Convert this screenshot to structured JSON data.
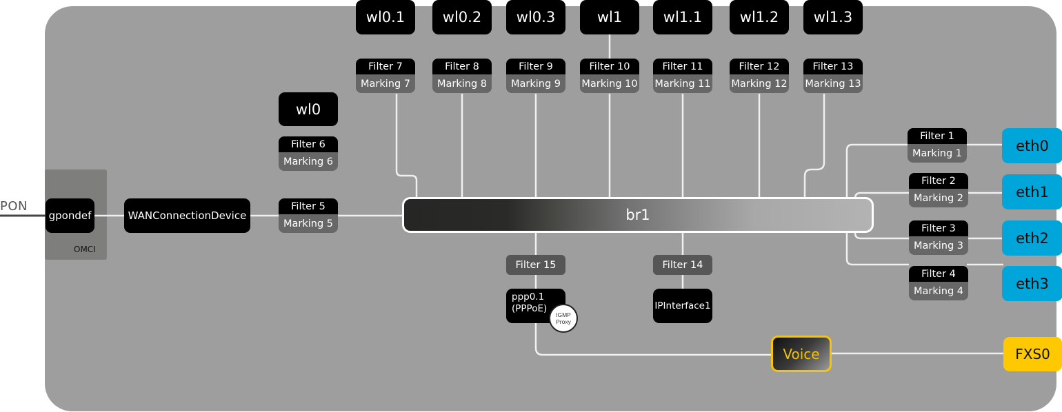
{
  "external": {
    "pon_label": "PON"
  },
  "omci": {
    "label": "OMCI",
    "gpon": "gpondef"
  },
  "wan": {
    "device": "WANConnectionDevice"
  },
  "bridge": {
    "label": "br1"
  },
  "wireless_top": [
    "wl0.1",
    "wl0.2",
    "wl0.3",
    "wl1",
    "wl1.1",
    "wl1.2",
    "wl1.3"
  ],
  "wl0": "wl0",
  "filters_top": [
    {
      "filter": "Filter 7",
      "marking": "Marking 7"
    },
    {
      "filter": "Filter 8",
      "marking": "Marking 8"
    },
    {
      "filter": "Filter 9",
      "marking": "Marking 9"
    },
    {
      "filter": "Filter 10",
      "marking": "Marking 10"
    },
    {
      "filter": "Filter 11",
      "marking": "Marking 11"
    },
    {
      "filter": "Filter 12",
      "marking": "Marking 12"
    },
    {
      "filter": "Filter 13",
      "marking": "Marking 13"
    }
  ],
  "filter6": {
    "filter": "Filter 6",
    "marking": "Marking 6"
  },
  "filter5": {
    "filter": "Filter 5",
    "marking": "Marking 5"
  },
  "filters_eth": [
    {
      "filter": "Filter 1",
      "marking": "Marking 1",
      "port": "eth0"
    },
    {
      "filter": "Filter 2",
      "marking": "Marking 2",
      "port": "eth1"
    },
    {
      "filter": "Filter 3",
      "marking": "Marking 3",
      "port": "eth2"
    },
    {
      "filter": "Filter 4",
      "marking": "Marking 4",
      "port": "eth3"
    }
  ],
  "bottom": {
    "filter15": "Filter 15",
    "ppp_line1": "ppp0.1",
    "ppp_line2": "(PPPoE)",
    "igmp_line1": "IGMP",
    "igmp_line2": "Proxy",
    "filter14": "Filter 14",
    "ipinterface": "IPInterface1",
    "voice": "Voice",
    "fxs": "FXS0"
  },
  "colors": {
    "panel": "#9d9e9d",
    "eth_port": "#00a6d9",
    "voice_accent": "#f8c300",
    "fxs_port": "#fec900",
    "node": "#000000",
    "marking": "#666766"
  }
}
